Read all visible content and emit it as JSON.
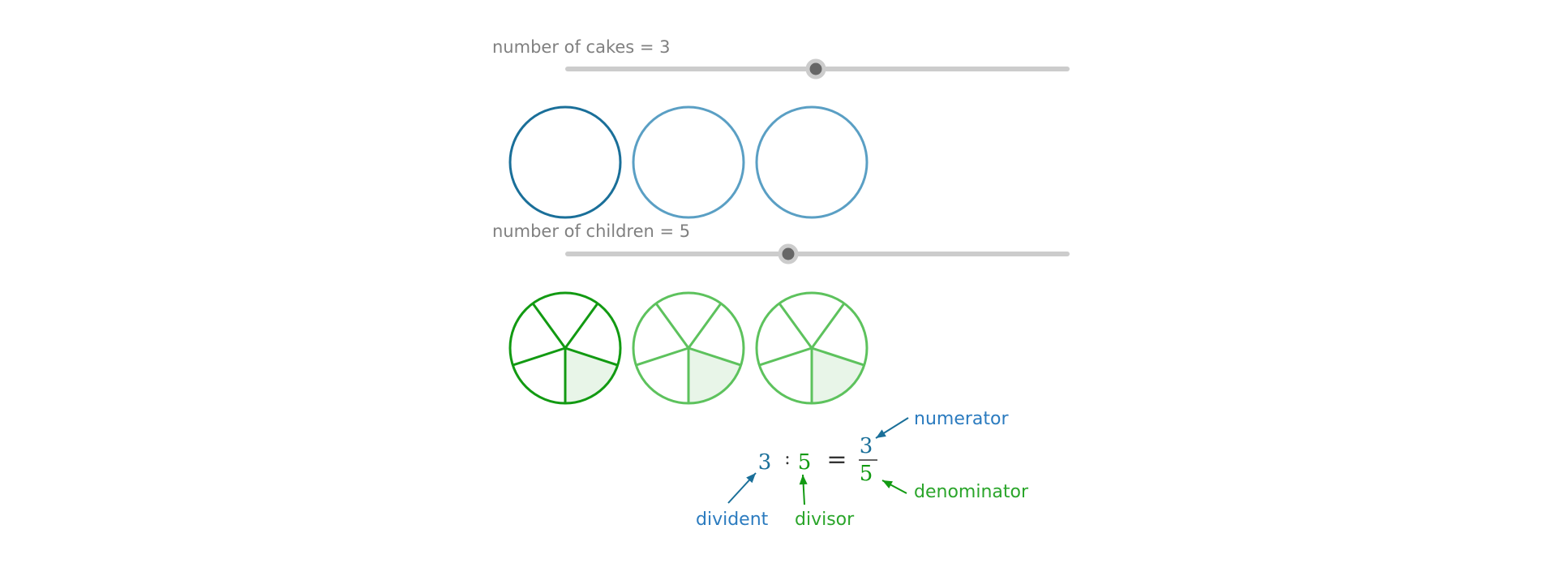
{
  "sliders": {
    "cakes": {
      "label": "number of cakes = 3",
      "value": 3,
      "min": 1,
      "max": 6
    },
    "children": {
      "label": "number of children = 5",
      "value": 5,
      "min": 1,
      "max": 10
    }
  },
  "colors": {
    "blue_primary": "#1a6f99",
    "blue_light": "#5a9fc4",
    "green_primary": "#129a12",
    "green_light": "#5dc25d",
    "slice_fill": "#e8f5e8",
    "slider_track": "#cccccc",
    "slider_handle": "#666666",
    "label_gray": "#808080",
    "annot_blue": "#2b7bbf",
    "annot_green": "#2aa52a"
  },
  "equation": {
    "dividend": "3",
    "colon": ":",
    "divisor": "5",
    "equals": "=",
    "numerator": "3",
    "denominator": "5"
  },
  "annotations": {
    "numerator": "numerator",
    "denominator": "denominator",
    "dividend": "divident",
    "divisor": "divisor"
  }
}
